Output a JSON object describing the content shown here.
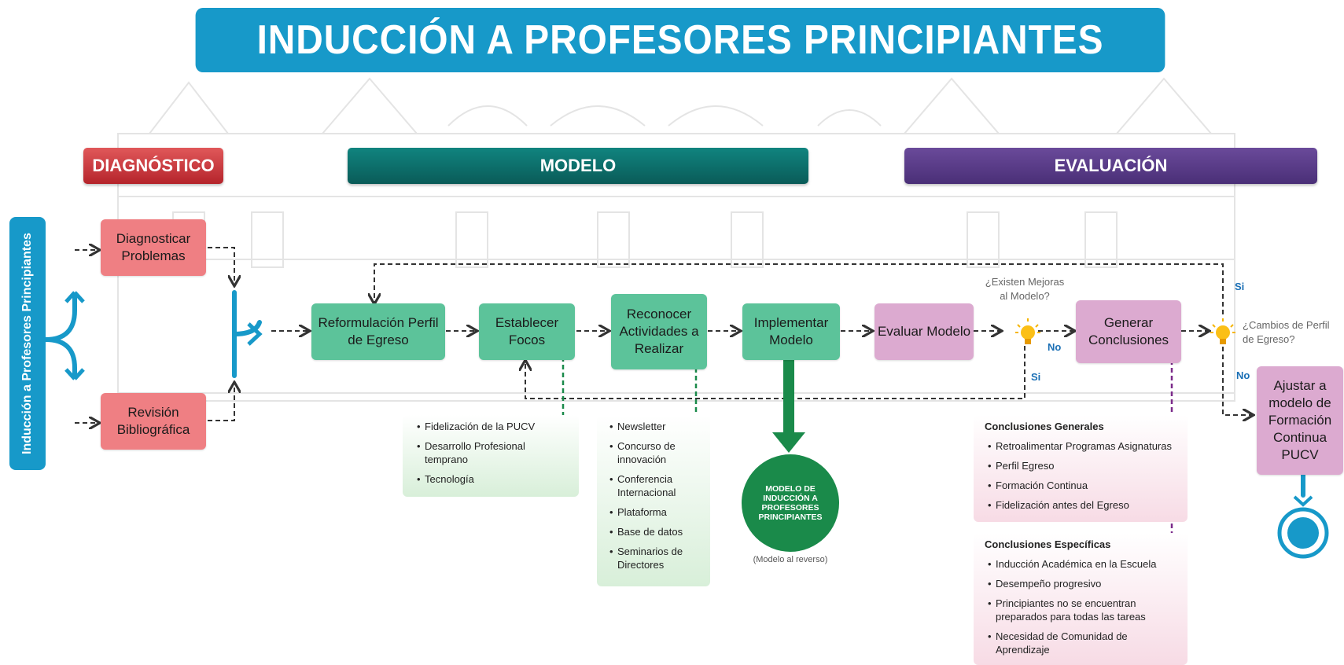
{
  "title": "INDUCCIÓN A PROFESORES PRINCIPIANTES",
  "phases": {
    "diagnostico": "DIAGNÓSTICO",
    "modelo": "MODELO",
    "evaluacion": "EVALUACIÓN"
  },
  "side_label": "Inducción a Profesores Principiantes",
  "steps": {
    "diagnosticar": "Diagnosticar Problemas",
    "revision": "Revisión Bibliográfica",
    "reformulacion": "Reformulación Perfil de Egreso",
    "establecer": "Establecer Focos",
    "reconocer": "Reconocer Actividades a Realizar",
    "implementar": "Implementar Modelo",
    "evaluar": "Evaluar Modelo",
    "generar": "Generar Conclusiones",
    "ajustar": "Ajustar a modelo de Formación Continua PUCV"
  },
  "focos_list": [
    "Fidelización de la PUCV",
    "Desarrollo Profesional temprano",
    "Tecnología"
  ],
  "actividades_list": [
    "Newsletter",
    "Concurso de innovación",
    "Conferencia Internacional",
    "Plataforma",
    "Base de datos",
    "Seminarios de Directores"
  ],
  "model_circle": "MODELO DE INDUCCIÓN A PROFESORES PRINCIPIANTES",
  "model_note": "(Modelo al reverso)",
  "questions": {
    "mejoras": "¿Existen Mejoras al Modelo?",
    "cambios": "¿Cambios de Perfil de Egreso?"
  },
  "answers": {
    "si": "Si",
    "no": "No"
  },
  "conclusiones_generales": {
    "heading": "Conclusiones Generales",
    "items": [
      "Retroalimentar Programas Asignaturas",
      "Perfil Egreso",
      "Formación Continua",
      "Fidelización antes del Egreso"
    ]
  },
  "conclusiones_especificas": {
    "heading": "Conclusiones Específicas",
    "items": [
      "Inducción Académica en la Escuela",
      "Desempeño progresivo",
      "Principiantes no se encuentran preparados para todas las tareas",
      "Necesidad de Comunidad de Aprendizaje"
    ]
  },
  "colors": {
    "blue": "#1799c9",
    "dark_green": "#1a8a4a",
    "purple": "#7b2a8a",
    "arrow": "#333333"
  }
}
